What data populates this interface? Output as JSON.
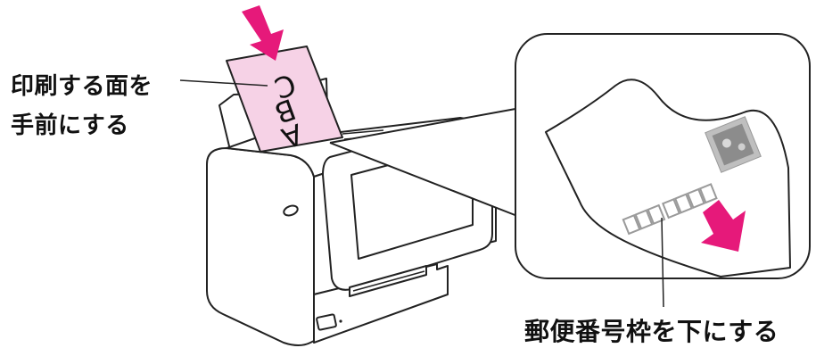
{
  "captions": {
    "print_side_line1": "印刷する面を",
    "print_side_line2": "手前にする",
    "postal_code_down": "郵便番号枠を下にする"
  },
  "paper_letters": [
    "A",
    "B",
    "C"
  ],
  "colors": {
    "arrow": "#e6197a",
    "paper": "#f6d2e6",
    "line": "#222222",
    "printer_body": "#ffffff",
    "screen": "#ffffff"
  },
  "icons": [
    "down-arrow-icon",
    "feed-direction-arrow-icon",
    "stamp-icon"
  ]
}
